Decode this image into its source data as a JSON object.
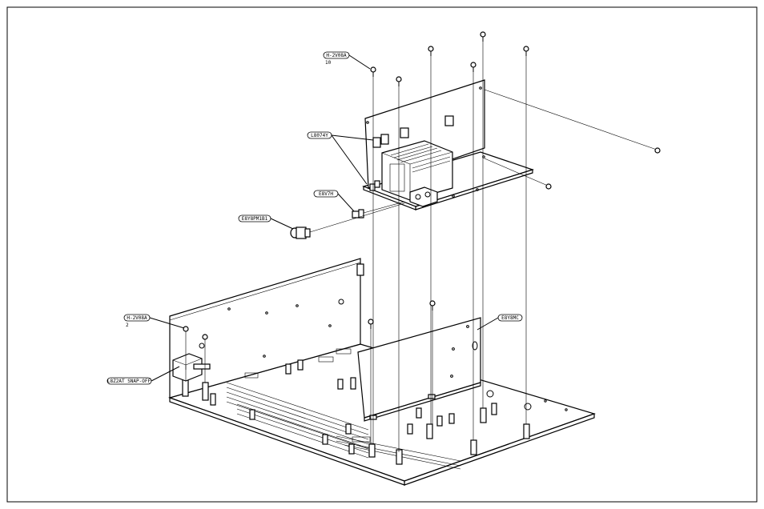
{
  "callouts": {
    "screw_top": {
      "label": "H-2V08A",
      "qty": "10"
    },
    "pcb": {
      "label": "L8074Y"
    },
    "switch": {
      "label": "E8V7H"
    },
    "connector": {
      "label": "E8Y8PM1B1"
    },
    "screw_left": {
      "label": "H-2V08A",
      "qty": "2"
    },
    "socket": {
      "label": "L8Z2AT SNAP-OFF"
    },
    "shield": {
      "label": "E8Y8MC"
    }
  }
}
